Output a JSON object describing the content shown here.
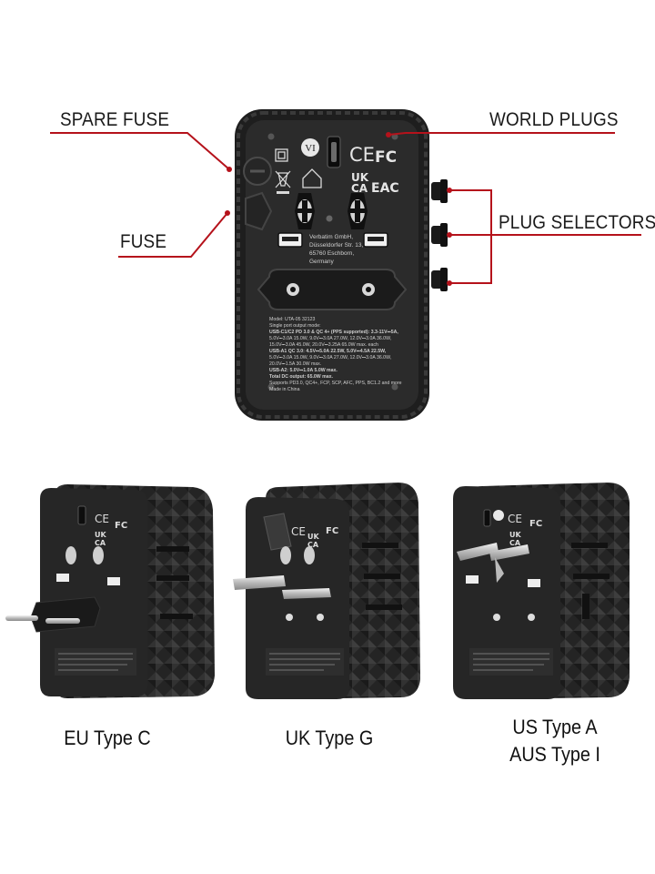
{
  "callouts": {
    "spare_fuse": "SPARE FUSE",
    "fuse": "FUSE",
    "world_plugs": "WORLD PLUGS",
    "plug_selectors": "PLUG SELECTORS"
  },
  "device_label": {
    "brand_mark": "VI",
    "ce": "CE",
    "ukca_top": "UK",
    "ukca_bottom": "CA",
    "fcc": "FC",
    "eac": "EAC",
    "company": [
      "Verbatim GmbH,",
      "Düsseldorfer Str. 13,",
      "65760 Eschborn,",
      "Germany"
    ],
    "spec_lines": [
      "Model: UTA-05 32123",
      "Single port output mode:",
      "USB-C1/C2 PD 3.0 & QC 4+ (PPS supported): 3.3-11V⎓5A,",
      "5.0V⎓3.0A 15.0W, 9.0V⎓3.0A 27.0W, 12.0V⎓3.0A 36.0W,",
      "15.0V⎓3.0A 45.0W, 20.0V⎓3.25A 65.0W max. each",
      "USB-A1 QC 3.0: 4.5V⎓5.0A 22.5W, 5.0V⎓4.5A 22.5W,",
      "5.0V⎓3.0A 15.0W, 9.0V⎓3.0A 27.0W, 12.0V⎓3.0A 36.0W,",
      "20.0V⎓1.5A 30.0W max.",
      "USB-A2: 5.0V⎓1.0A 5.0W max.",
      "Total DC output: 65.0W max.",
      "Supports PD3.0, QC4+, FCP, SCP, AFC, PPS, BC1.2 and more",
      "Made in China"
    ]
  },
  "captions": {
    "eu": "EU Type C",
    "uk": "UK Type G",
    "us_line1": "US Type A",
    "us_line2": "AUS Type I"
  },
  "colors": {
    "callout_line": "#b5121b",
    "body": "#2a2a2a",
    "body_dark": "#161616",
    "texture": "#3a3a3a",
    "prong": "#c9c9c9"
  }
}
